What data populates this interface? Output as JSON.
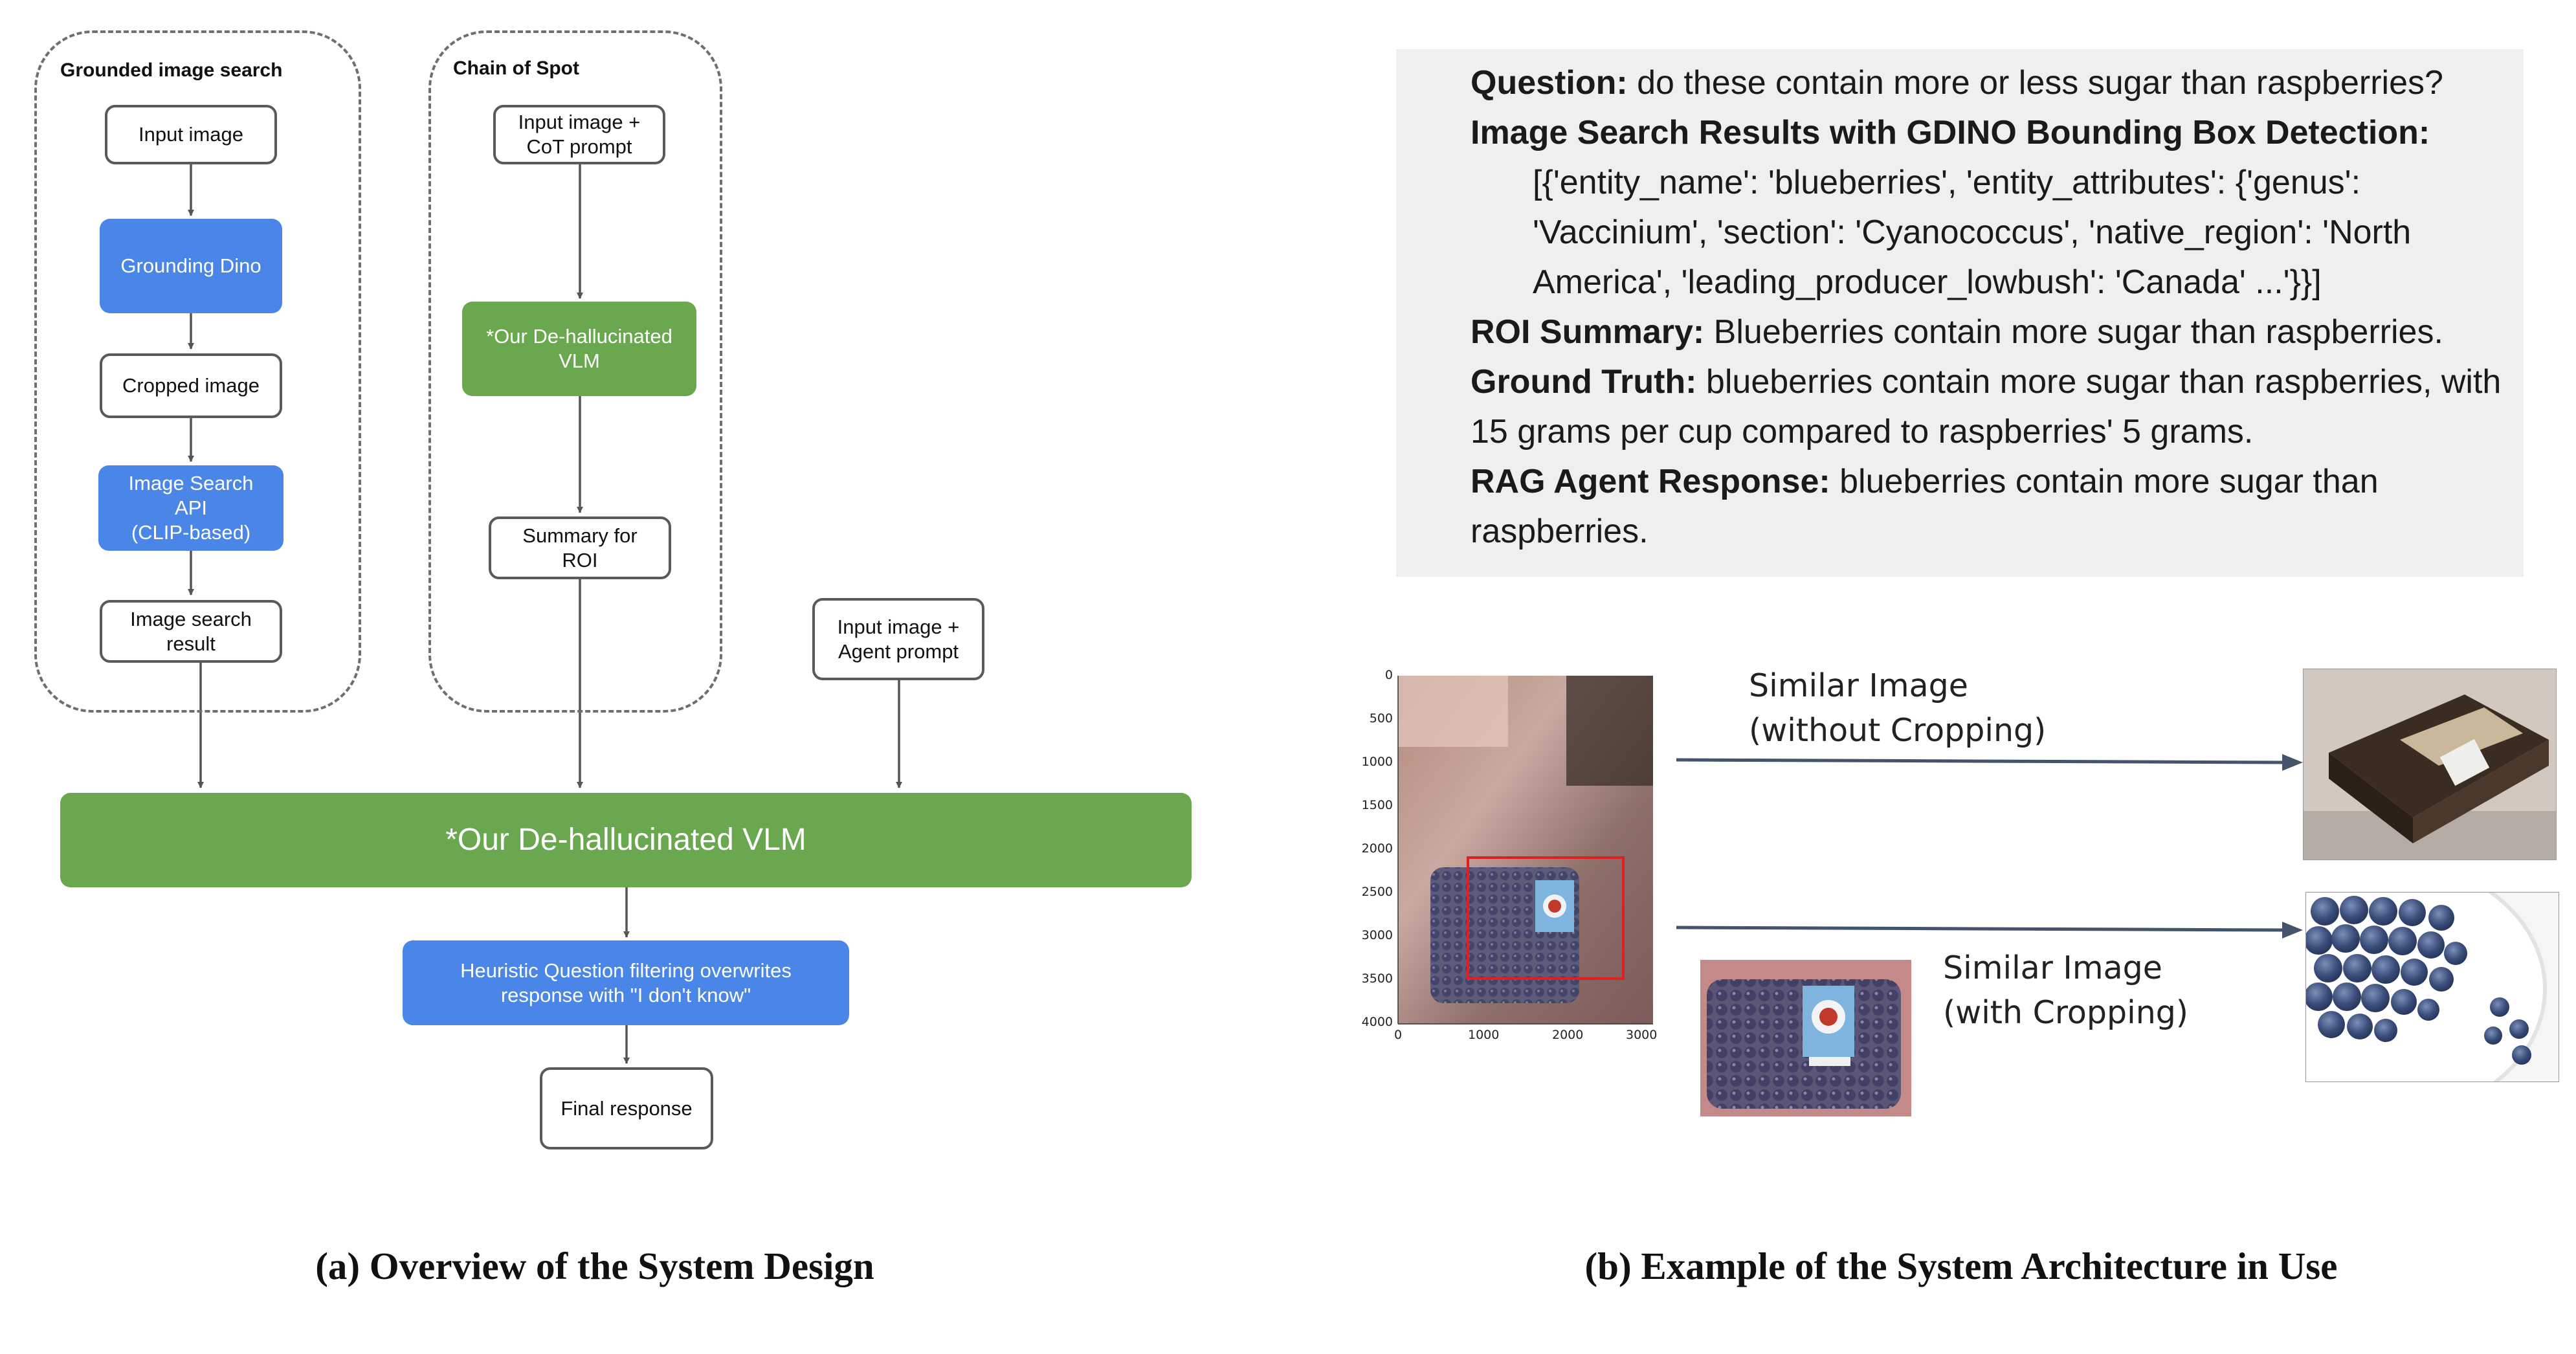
{
  "left": {
    "grounded_group": {
      "title": "Grounded image search",
      "input_image": "Input image",
      "grounding_dino": "Grounding Dino",
      "cropped_image": "Cropped image",
      "image_search_api": "Image Search\nAPI\n(CLIP-based)",
      "image_search_result": "Image search\nresult"
    },
    "chain_group": {
      "title": "Chain of Spot",
      "input_cot": "Input image +\nCoT prompt",
      "dehallucinated_small": "*Our De-hallucinated\nVLM",
      "summary_roi": "Summary for\nROI"
    },
    "input_agent": "Input image +\nAgent prompt",
    "dehallucinated_main": "*Our De-hallucinated VLM",
    "heuristic": "Heuristic Question filtering overwrites\nresponse with \"I don't know\"",
    "final_response": "Final response",
    "caption": "(a) Overview of the System Design"
  },
  "right": {
    "qa": {
      "question_label": "Question:",
      "question_text": " do these contain more or less sugar than raspberries?",
      "search_label": "Image Search Results with GDINO Bounding Box Detection:",
      "search_text": "[{'entity_name': 'blueberries', 'entity_attributes': {'genus': 'Vaccinium', 'section': 'Cyanococcus', 'native_region': 'North America', 'leading_producer_lowbush': 'Canada' ...'}}]",
      "roi_label": "ROI Summary:",
      "roi_text": " Blueberries contain more sugar than raspberries.",
      "gt_label": "Ground Truth:",
      "gt_text": " blueberries contain more sugar than raspberries, with 15 grams per cup compared to raspberries' 5 grams.",
      "rag_label": "RAG Agent Response:",
      "rag_text": " blueberries contain more sugar than raspberries."
    },
    "plot": {
      "y_ticks": [
        "0",
        "500",
        "1000",
        "1500",
        "2000",
        "2500",
        "3000",
        "3500",
        "4000"
      ],
      "x_ticks": [
        "0",
        "1000",
        "2000",
        "3000"
      ]
    },
    "similar_without": "Similar Image\n(without Cropping)",
    "similar_with": "Similar Image\n(with Cropping)",
    "caption": "(b) Example of the System Architecture in Use"
  },
  "colors": {
    "blue": "#4a86e8",
    "green": "#6aa84f",
    "panel": "#efefef",
    "roi_box": "#e02020"
  }
}
